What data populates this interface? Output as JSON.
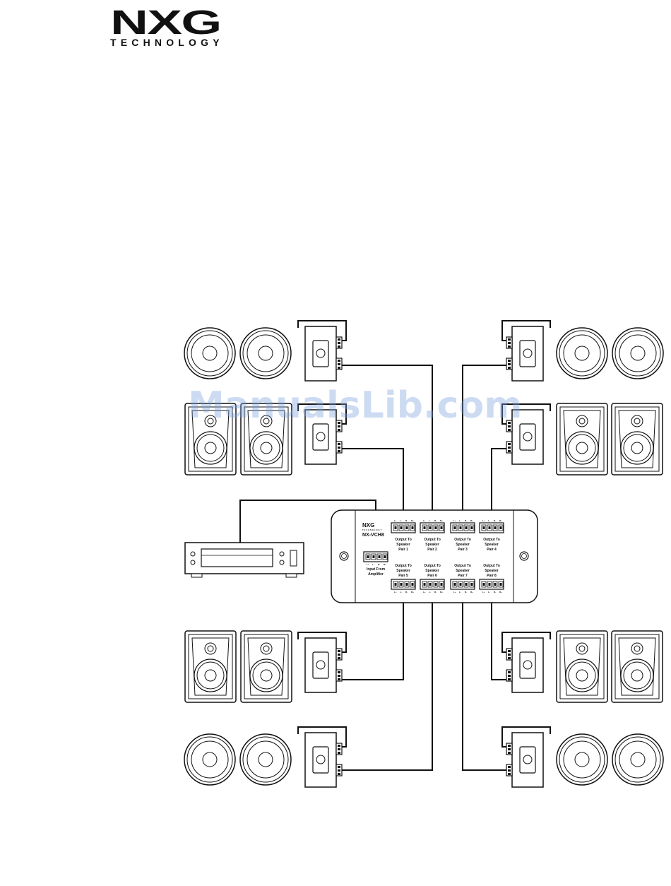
{
  "brand": {
    "logo_text": "NXG",
    "subtitle": "TECHNOLOGY"
  },
  "watermark": "ManualsLib.com",
  "hub": {
    "brand": "NXG",
    "brand_sub": "TECHNOLOGY",
    "model": "NX-VCH8",
    "input_label": [
      "Input From",
      "Amplifier"
    ],
    "outputs_top": [
      [
        "Output To",
        "Speaker",
        "Pair 1"
      ],
      [
        "Output To",
        "Speaker",
        "Pair 2"
      ],
      [
        "Output To",
        "Speaker",
        "Pair 3"
      ],
      [
        "Output To",
        "Speaker",
        "Pair 4"
      ]
    ],
    "outputs_bottom": [
      [
        "Output To",
        "Speaker",
        "Pair 5"
      ],
      [
        "Output To",
        "Speaker",
        "Pair 6"
      ],
      [
        "Output To",
        "Speaker",
        "Pair 7"
      ],
      [
        "Output To",
        "Speaker",
        "Pair 8"
      ]
    ],
    "terminal_pins": [
      "L+",
      "L-",
      "R-",
      "R+"
    ]
  },
  "colors": {
    "line": "#111111",
    "watermark": "#78a0dc"
  }
}
